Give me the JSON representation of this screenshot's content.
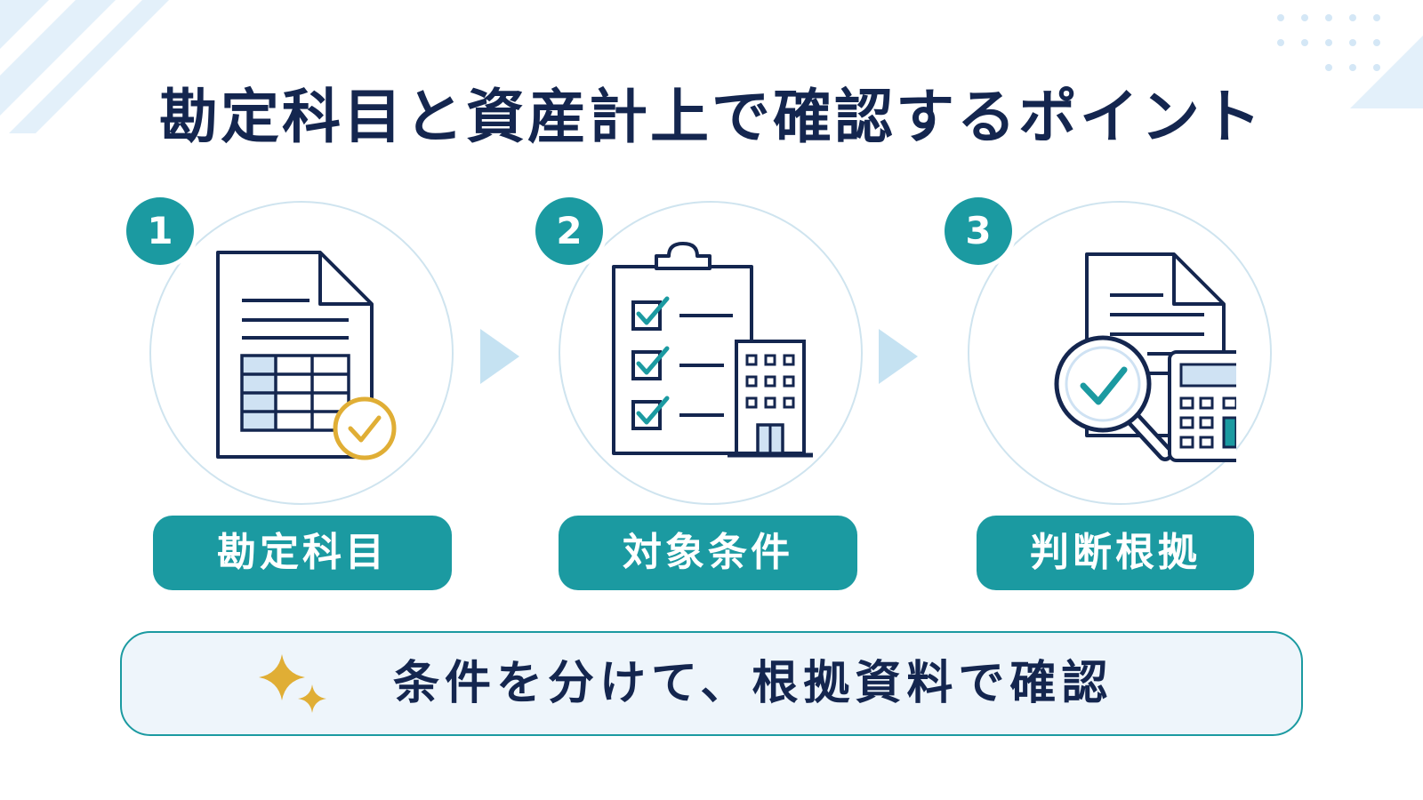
{
  "title": "勘定科目と資産計上で確認するポイント",
  "steps": [
    {
      "number": "1",
      "label": "勘定科目",
      "icon": "spreadsheet-document-check-icon"
    },
    {
      "number": "2",
      "label": "対象条件",
      "icon": "clipboard-checklist-building-icon"
    },
    {
      "number": "3",
      "label": "判断根拠",
      "icon": "document-magnifier-calculator-icon"
    }
  ],
  "summary": {
    "text": "条件を分けて、根拠資料で確認",
    "icon": "sparkle-icon"
  },
  "colors": {
    "teal": "#1b9aa1",
    "navy": "#14264f",
    "gold": "#e0ae35",
    "light_blue": "#cfe4ef",
    "arrow_blue": "#c5e2f2",
    "summary_bg": "#eef5fb"
  }
}
